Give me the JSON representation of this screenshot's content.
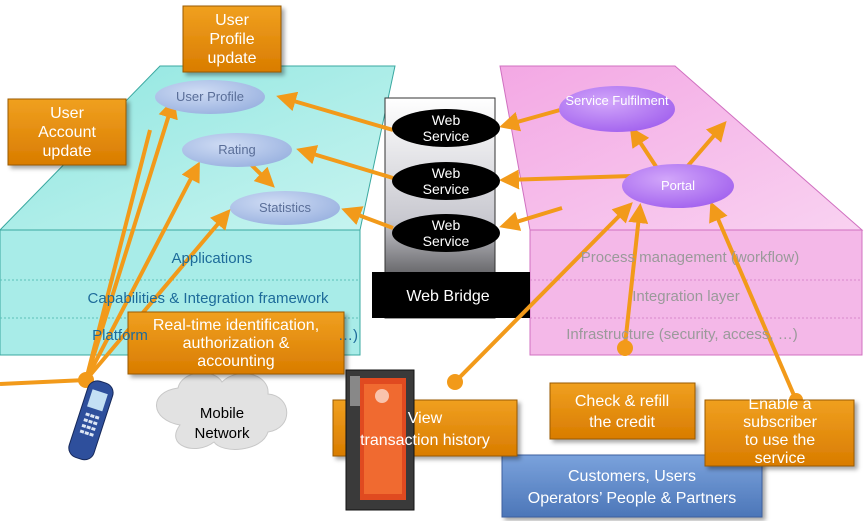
{
  "left_block": {
    "layers": [
      "Applications",
      "Capabilities & Integration framework",
      "Platform"
    ],
    "layer_suffix": "…)",
    "nodes": [
      "User Profile",
      "Rating",
      "Statistics"
    ]
  },
  "right_block": {
    "layers": [
      "Process management (workflow)",
      "Integration layer",
      "Infrastructure (security, access, …)"
    ],
    "nodes": [
      "Service Fulfilment",
      "Portal"
    ]
  },
  "bridge": {
    "title": "Web Bridge",
    "services": [
      {
        "line1": "Web",
        "line2": "Service"
      },
      {
        "line1": "Web",
        "line2": "Service"
      },
      {
        "line1": "Web",
        "line2": "Service"
      }
    ]
  },
  "callouts": {
    "user_profile_update": [
      "User",
      "Profile",
      "update"
    ],
    "user_account_update": [
      "User",
      "Account",
      "update"
    ],
    "realtime": [
      "Real-time identification,",
      "authorization &",
      "accounting"
    ],
    "view_history": [
      "View",
      "transaction history"
    ],
    "check_refill": [
      "Check & refill",
      "the credit"
    ],
    "enable_subscriber": [
      "Enable a",
      "subscriber",
      "to use the",
      "service"
    ]
  },
  "cloud": [
    "Mobile",
    "Network"
  ],
  "customers": [
    "Customers, Users",
    "Operators’ People & Partners"
  ],
  "colors": {
    "left_face": "#a8ece8",
    "right_face": "#f4b8e8",
    "node_left": "#a9bfe6",
    "node_right": "#b06ef0",
    "callout": "#e8900a",
    "arrow": "#f29a1a",
    "customers_box": "#5a86c8"
  }
}
